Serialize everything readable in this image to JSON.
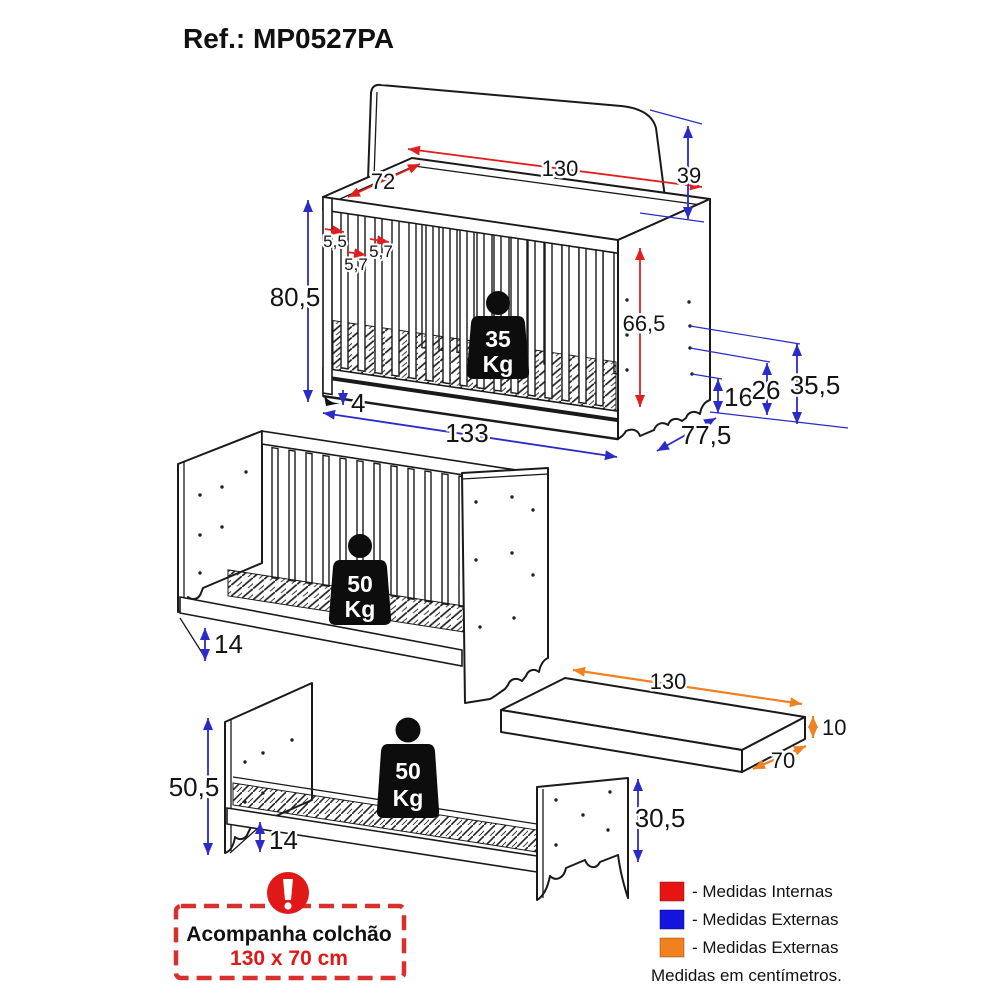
{
  "title": "Ref.: MP0527PA",
  "colors": {
    "internal_red": "#e81414",
    "external_blue": "#1414dc",
    "external_orange": "#f08020",
    "line_black": "#1a1a1a"
  },
  "crib": {
    "internal_width": "130",
    "internal_depth": "72",
    "headboard_height": "39",
    "external_height": "80,5",
    "slat_gap_1": "5,5",
    "slat_gap_2": "5,7",
    "slat_gap_3": "5,7",
    "internal_height": "66,5",
    "weight_value": "35",
    "weight_unit": "Kg",
    "hole_spacing_1": "16",
    "hole_spacing_2": "26",
    "hole_spacing_3": "35,5",
    "base_height": "4",
    "external_width": "133",
    "external_depth": "77,5"
  },
  "bed_mid": {
    "weight_value": "50",
    "weight_unit": "Kg",
    "base_height": "14"
  },
  "mattress": {
    "length": "130",
    "height": "10",
    "width": "70"
  },
  "bed_low": {
    "external_height": "50,5",
    "weight_value": "50",
    "weight_unit": "Kg",
    "base_height": "14",
    "footboard_height": "30,5"
  },
  "legend": {
    "items": [
      {
        "label": "- Medidas Internas",
        "color": "#e81414"
      },
      {
        "label": "- Medidas Externas",
        "color": "#1414dc"
      },
      {
        "label": "- Medidas Externas",
        "color": "#f08020"
      }
    ],
    "note": "Medidas em centímetros."
  },
  "note_box": {
    "line1": "Acompanha colchão",
    "line2": "130 x 70 cm"
  }
}
